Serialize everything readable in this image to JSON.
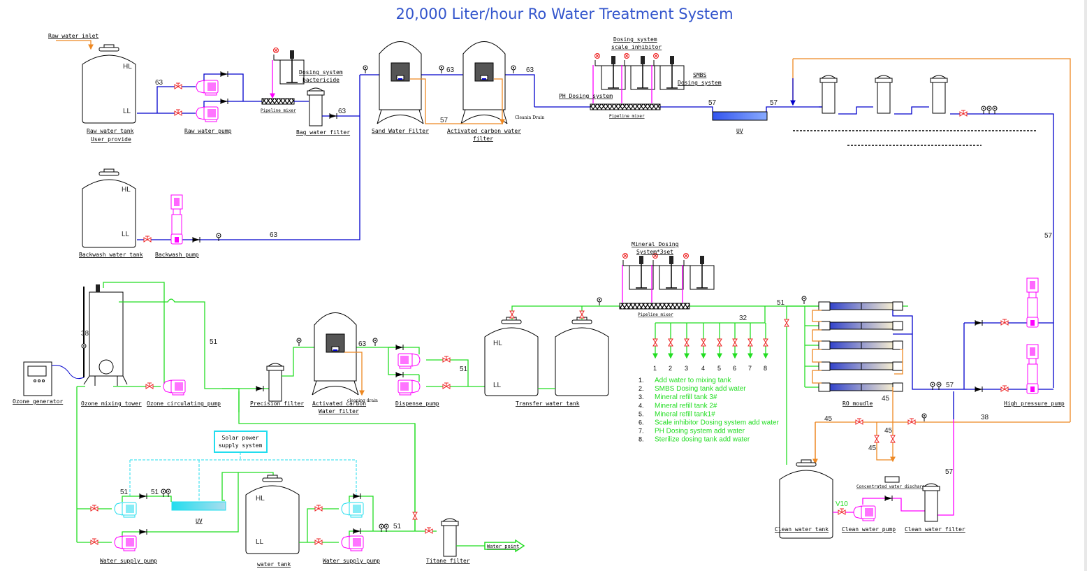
{
  "title": "20,000 Liter/hour Ro Water Treatment System",
  "labels": {
    "raw_water_inlet": "Raw water inlet",
    "raw_water_tank": "Raw water tank",
    "user_provide": "User provide",
    "raw_water_pump": "Raw water pump",
    "dosing_bactericide_1": "Dosing system",
    "dosing_bactericide_2": "bactericide",
    "pipeline_mixer": "Pipeline mixer",
    "bag_water_filter": "Bag water filter",
    "sand_water_filter": "Sand Water Filter",
    "activated_carbon_1": "Activated carbon water",
    "activated_carbon_2": "filter",
    "cleanin_drain": "Cleanin Drain",
    "dosing_scale_1": "Dosing system",
    "dosing_scale_2": "scale inhibitor",
    "ph_dosing": "PH Dosing system",
    "smbs_1": "SMBS",
    "smbs_2": "Dosing system",
    "uv": "UV",
    "backwash_tank": "Backwash water tank",
    "backwash_pump": "Backwash pump",
    "mineral_dosing_1": "Mineral Dosing",
    "mineral_dosing_2": "System*3set",
    "ozone_generator": "Ozone generator",
    "ozone_mixing_tower": "Ozone mixing tower",
    "ozone_circ_pump": "Ozone circulating pump",
    "precision_filter": "Precision filter",
    "ac_filter2_1": "Activated carbon",
    "ac_filter2_2": "Water filter",
    "cleaning_drain": "cleaning drain",
    "dispense_pump": "Dispense pump",
    "transfer_tank": "Transfer water tank",
    "ro_module": "RO moudle",
    "high_pressure_pump": "High pressure pump",
    "concentrated_discharge": "Concentrated water discharge",
    "clean_water_tank": "Clean water tank",
    "clean_water_pump": "Clean water pump",
    "clean_water_filter": "Clean water filter",
    "solar_1": "Solar power",
    "solar_2": "supply system",
    "uv2": "UV",
    "water_supply_pump": "Water supply pump",
    "water_tank": "water tank",
    "titane_filter": "Titane filter",
    "water_point": "Water point",
    "hl": "HL",
    "ll": "LL",
    "v10": "V10"
  },
  "pipe_sizes": {
    "s63": "63",
    "s57": "57",
    "s51": "51",
    "s45": "45",
    "s38": "38",
    "s32": "32"
  },
  "outlets": [
    "1",
    "2",
    "3",
    "4",
    "5",
    "6",
    "7",
    "8"
  ],
  "legend": [
    {
      "n": "1.",
      "text": "Add water to mixing tank"
    },
    {
      "n": "2.",
      "text": "SMBS Dosing tank add water"
    },
    {
      "n": "3.",
      "text": "Mineral refill tank 3#"
    },
    {
      "n": "4.",
      "text": "Mineral refill tank 2#"
    },
    {
      "n": "5.",
      "text": "Mineral refill tank1#"
    },
    {
      "n": "6.",
      "text": "Scale inhibitor Dosing system add water"
    },
    {
      "n": "7.",
      "text": "PH Dosing system add water"
    },
    {
      "n": "8.",
      "text": "Sterilize dosing tank add water"
    }
  ],
  "colors": {
    "title": "#3355cc",
    "pretreatment_pipe": "#0000cc",
    "product_pipe": "#22dd22",
    "drain_pipe": "#ee8822",
    "dosing_pipe": "#ff00ff",
    "solar_line": "#22ddee"
  }
}
